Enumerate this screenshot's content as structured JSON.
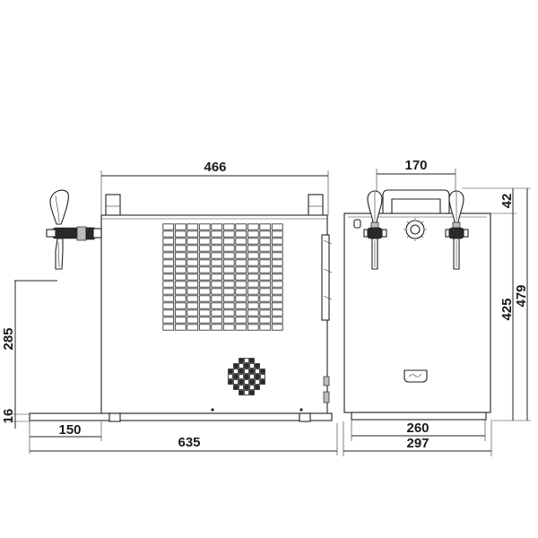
{
  "dimensions": {
    "side_width": "466",
    "total_depth": "635",
    "tap_offset": "150",
    "counter_height": "285",
    "base_height": "16",
    "handle_width": "170",
    "handle_height": "42",
    "front_height": "479",
    "body_height": "425",
    "front_width": "297",
    "base_width": "260"
  },
  "colors": {
    "line": "#222222",
    "background": "#ffffff"
  },
  "icons": [
    "beer-tap",
    "thermostat-dial",
    "ventilation-grille",
    "brand-logo-badge"
  ]
}
